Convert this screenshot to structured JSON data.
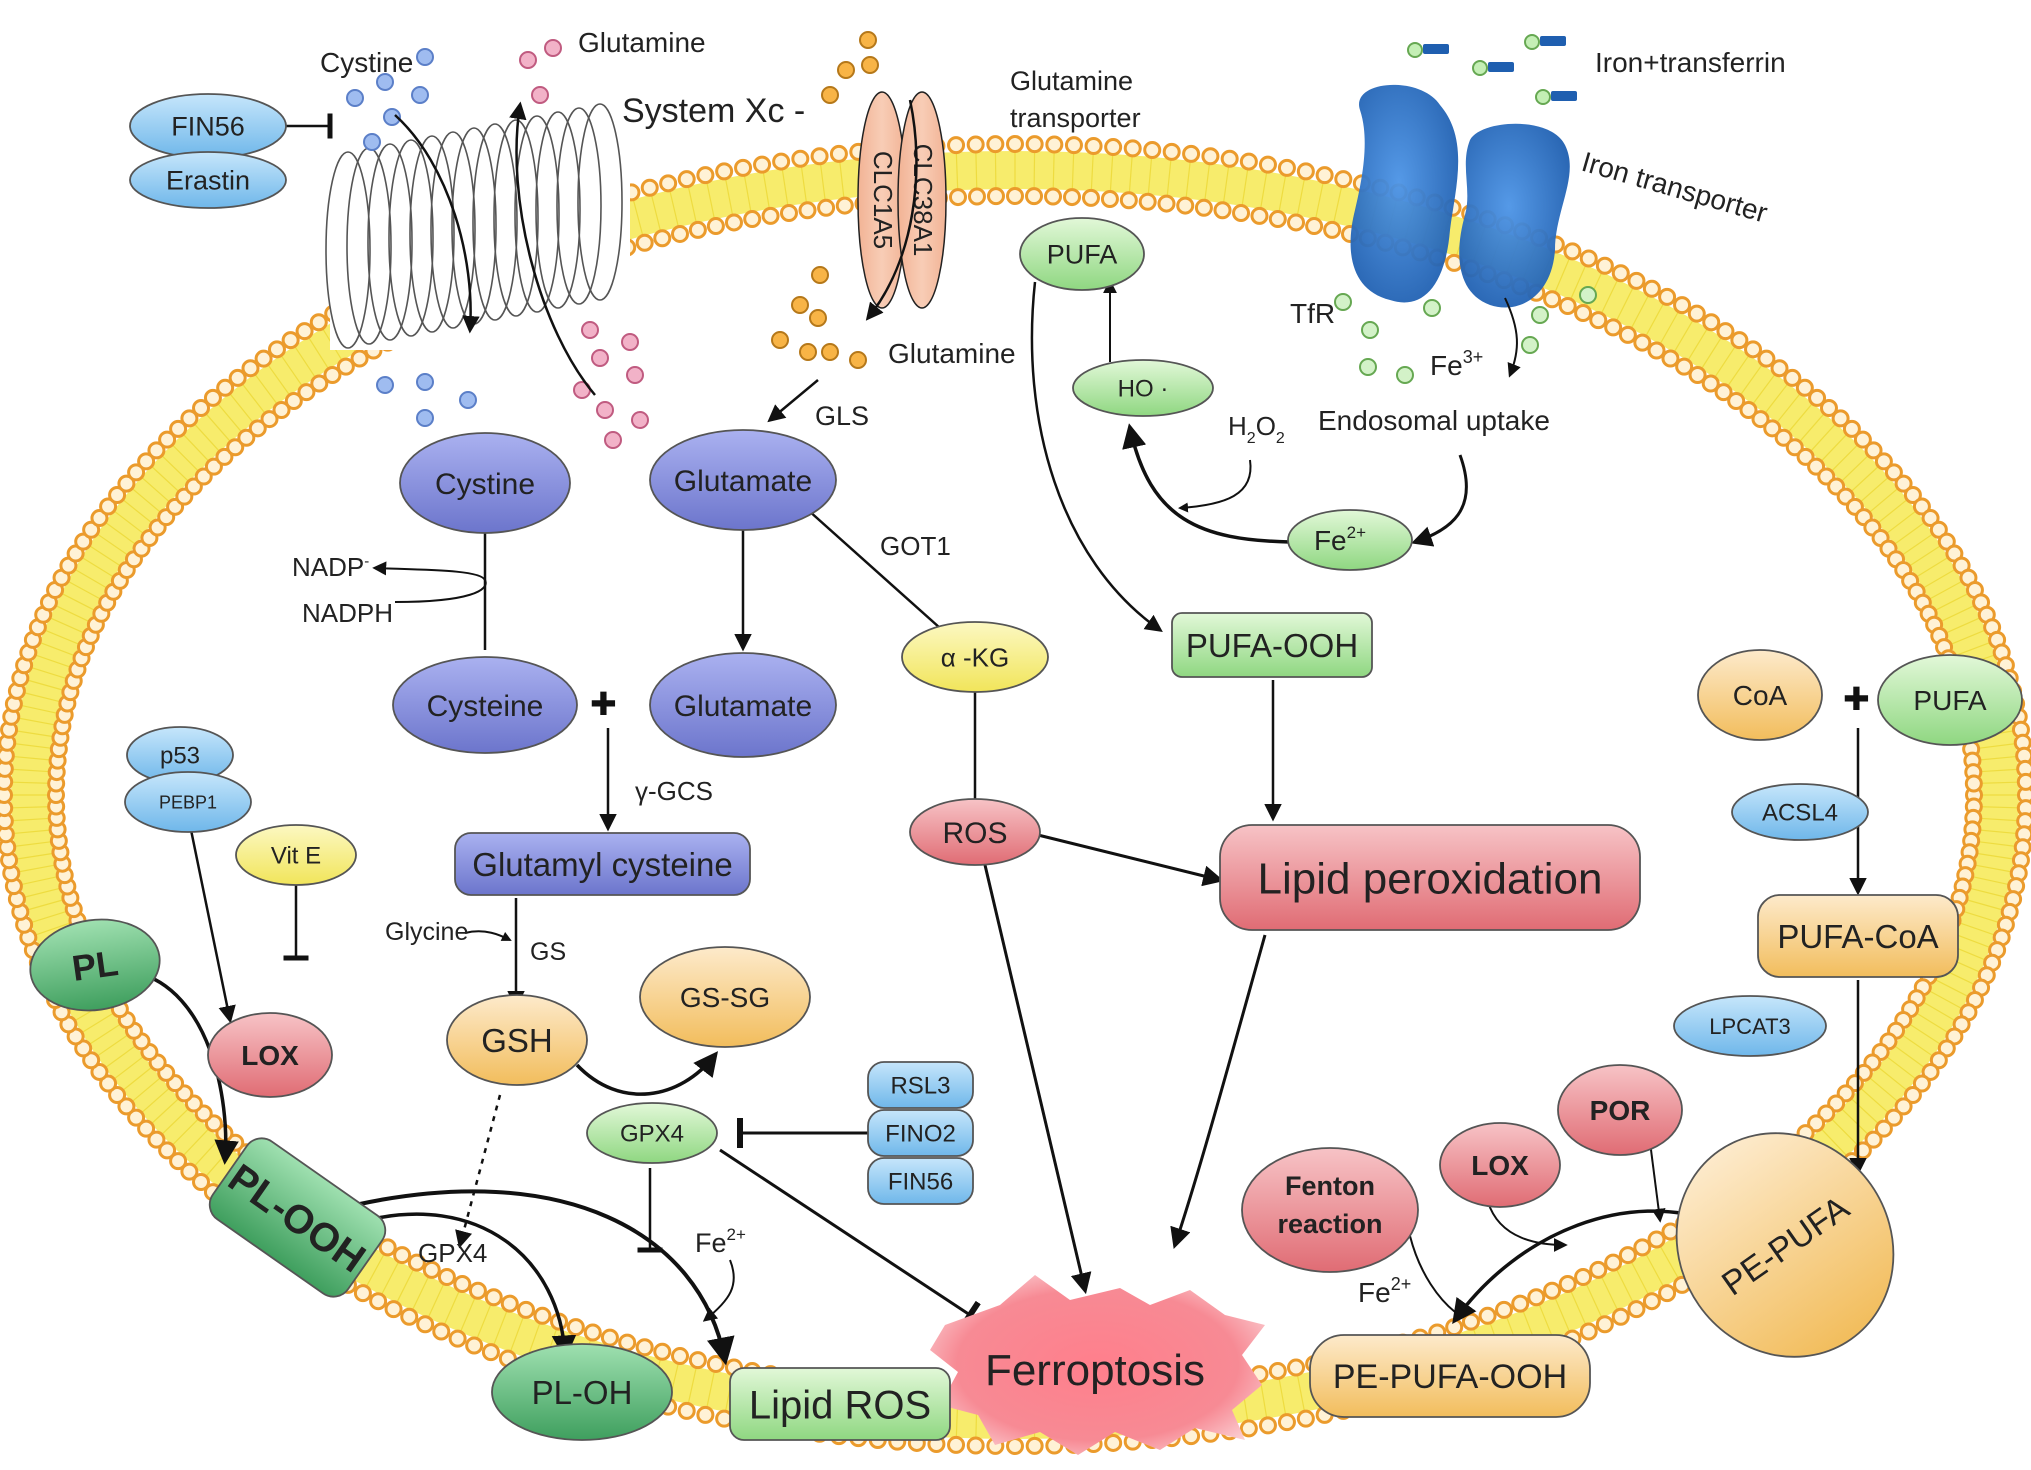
{
  "labels": {
    "cystine_out": "Cystine",
    "glutamine_out": "Glutamine",
    "system_xc": "System Xc -",
    "glutamine_transporter": "Glutamine transporter",
    "iron_transferrin": "Iron+transferrin",
    "iron_transporter": "Iron transporter",
    "glutamine_in": "Glutamine",
    "gls": "GLS",
    "got1": "GOT1",
    "nadp": "NADP",
    "nadph": "NADPH",
    "gamma_gcs": "γ-GCS",
    "glycine": "Glycine",
    "gs": "GS",
    "gpx4_label": "GPX4",
    "fe2_lower": "Fe",
    "fe2_sup": "2+",
    "tfr": "TfR",
    "fe3": "Fe",
    "fe3_sup": "3+",
    "endosomal_uptake": "Endosomal uptake",
    "h2o2": "H",
    "h2o2_sub1": "2",
    "h2o2_mid": "O",
    "h2o2_sub2": "2",
    "fe2_pe": "Fe",
    "fe2_pe_sup": "2+",
    "plus": "✚"
  },
  "transporters": {
    "clc1a5": "CLC1A5",
    "clc38a1": "CLC38A1"
  },
  "nodes": {
    "fin56_top": "FIN56",
    "erastin": "Erastin",
    "cystine": "Cystine",
    "glutamate1": "Glutamate",
    "glutamate2": "Glutamate",
    "cysteine": "Cysteine",
    "glutamyl_cysteine": "Glutamyl cysteine",
    "akg": "α -KG",
    "ros": "ROS",
    "pufa_top": "PUFA",
    "ho": "HO ·",
    "fe2": "Fe",
    "fe2_sup": "2+",
    "pufa_ooh": "PUFA-OOH",
    "lipid_peroxidation": "Lipid peroxidation",
    "coa": "CoA",
    "pufa_right": "PUFA",
    "acsl4": "ACSL4",
    "pufa_coa": "PUFA-CoA",
    "lpcat3": "LPCAT3",
    "p53": "p53",
    "pebp1": "PEBP1",
    "vit_e": "Vit E",
    "pl": "PL",
    "lox_left": "LOX",
    "gsh": "GSH",
    "gs_sg": "GS-SG",
    "gpx4": "GPX4",
    "rsl3": "RSL3",
    "fino2": "FINO2",
    "fin56_bottom": "FIN56",
    "pl_ooh": "PL-OOH",
    "pl_oh": "PL-OH",
    "lipid_ros": "Lipid ROS",
    "ferroptosis": "Ferroptosis",
    "fenton": "Fenton reaction",
    "fenton_l1": "Fenton",
    "fenton_l2": "reaction",
    "lox_right": "LOX",
    "por": "POR",
    "pe_pufa": "PE-PUFA",
    "pe_pufa_ooh": "PE-PUFA-OOH"
  },
  "colors": {
    "membrane_head": "#f0a83a",
    "membrane_tail": "#f6e85a",
    "blue_node": "#7d86d8",
    "light_blue": "#8ec9f0",
    "green": "#a6e39a",
    "dark_green": "#55b070",
    "yellow": "#f5ef7a",
    "red": "#e8848a",
    "orange": "#f6cf80",
    "transferrin_blue": "#1f5fb0",
    "iron_transporter": "#3d7fd0"
  }
}
